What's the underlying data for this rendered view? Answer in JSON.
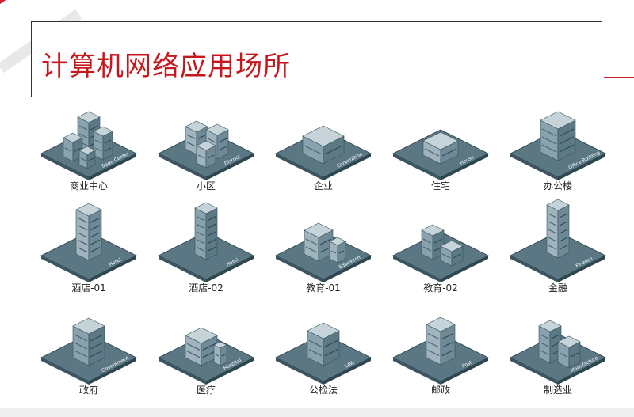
{
  "title": "计算机网络应用场所",
  "colors": {
    "accent": "#c8161d",
    "building": "#6e8a96",
    "building_dark": "#3f5a66",
    "ground": "#5b7784"
  },
  "scenes": [
    {
      "icon": "trade-center-icon",
      "label": "商业中心",
      "tag": "Trade Center"
    },
    {
      "icon": "district-icon",
      "label": "小区",
      "tag": "District"
    },
    {
      "icon": "corporation-icon",
      "label": "企业",
      "tag": "Corporation"
    },
    {
      "icon": "house-icon",
      "label": "住宅",
      "tag": "House"
    },
    {
      "icon": "office-building-icon",
      "label": "办公楼",
      "tag": "Office Building"
    },
    {
      "icon": "hotel-icon",
      "label": "酒店-01",
      "tag": "Hotel"
    },
    {
      "icon": "hotel-icon",
      "label": "酒店-02",
      "tag": "Hotel"
    },
    {
      "icon": "education-icon",
      "label": "教育-01",
      "tag": "Education"
    },
    {
      "icon": "education-icon",
      "label": "教育-02",
      "tag": ""
    },
    {
      "icon": "finance-icon",
      "label": "金融",
      "tag": "Finance"
    },
    {
      "icon": "government-icon",
      "label": "政府",
      "tag": "Government"
    },
    {
      "icon": "hospital-icon",
      "label": "医疗",
      "tag": "Hospital"
    },
    {
      "icon": "law-icon",
      "label": "公检法",
      "tag": "LAW"
    },
    {
      "icon": "post-icon",
      "label": "邮政",
      "tag": "Post"
    },
    {
      "icon": "manufacture-icon",
      "label": "制造业",
      "tag": "Manufacture"
    }
  ]
}
